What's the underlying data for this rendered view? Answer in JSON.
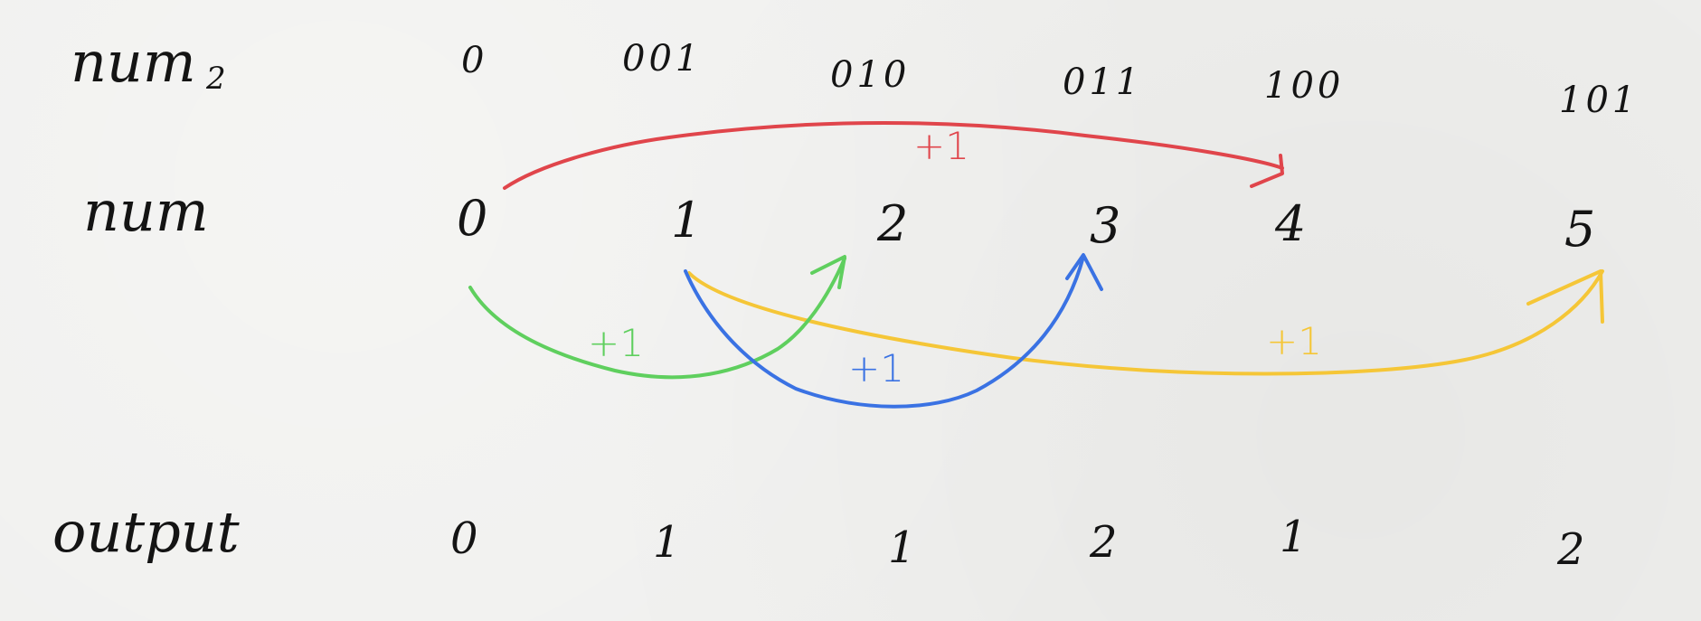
{
  "row_labels": {
    "binary": "num",
    "binary_subscript": "2",
    "decimal": "num",
    "output": "output"
  },
  "binary_values": [
    "0",
    "001",
    "010",
    "011",
    "100",
    "101"
  ],
  "num_values": [
    "0",
    "1",
    "2",
    "3",
    "4",
    "5"
  ],
  "output_values": [
    "0",
    "1",
    "1",
    "2",
    "1",
    "2"
  ],
  "arrows": [
    {
      "id": "red",
      "from": "0",
      "to": "4",
      "label": "+1",
      "color": "#e0454b"
    },
    {
      "id": "green",
      "from": "0",
      "to": "2",
      "label": "+1",
      "color": "#5fcf5e"
    },
    {
      "id": "blue",
      "from": "1",
      "to": "3",
      "label": "+1",
      "color": "#3a72e3"
    },
    {
      "id": "yellow",
      "from": "1",
      "to": "5",
      "label": "+1",
      "color": "#f5c637"
    }
  ]
}
